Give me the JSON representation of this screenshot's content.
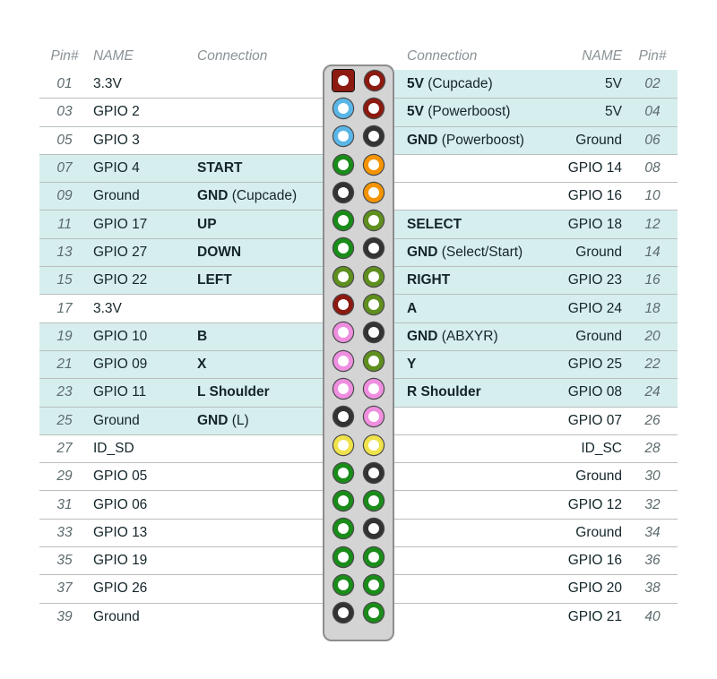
{
  "headers": {
    "left_pin": "Pin#",
    "left_name": "NAME",
    "left_connection": "Connection",
    "right_connection": "Connection",
    "right_name": "NAME",
    "right_pin": "Pin#"
  },
  "colors": {
    "highlight_row": "#d7eeee",
    "plain_row": "#ffffff",
    "rule": "#b9bfbf",
    "header_text": "#8a9296",
    "pin_text": "#5d6b6e",
    "body_text": "#14252a",
    "connector_body": "#d4d4d4",
    "connector_border": "#8d8d8d",
    "pin_red": "#8c1a10",
    "pin_blue": "#5bb6e8",
    "pin_black": "#333333",
    "pin_green": "#1a8c1a",
    "pin_orange": "#f59400",
    "pin_olive": "#5f8f1e",
    "pin_magenta": "#ef8fe0",
    "pin_yellow": "#efe24a",
    "pin_darkred": "#8c1a10"
  },
  "rows": [
    {
      "pin_left": "01",
      "name_left": "3.3V",
      "conn_left_bold": "",
      "conn_left_rest": "",
      "hl_left": false,
      "pin_color_left": "pin_red",
      "pin_shape_left": "square",
      "pin_color_right": "pin_darkred",
      "pin_shape_right": "circle",
      "hl_right": true,
      "conn_right_bold": "5V",
      "conn_right_rest": " (Cupcade)",
      "name_right": "5V",
      "pin_right": "02"
    },
    {
      "pin_left": "03",
      "name_left": "GPIO 2",
      "conn_left_bold": "",
      "conn_left_rest": "",
      "hl_left": false,
      "pin_color_left": "pin_blue",
      "pin_shape_left": "circle",
      "pin_color_right": "pin_darkred",
      "pin_shape_right": "circle",
      "hl_right": true,
      "conn_right_bold": "5V",
      "conn_right_rest": " (Powerboost)",
      "name_right": "5V",
      "pin_right": "04"
    },
    {
      "pin_left": "05",
      "name_left": "GPIO 3",
      "conn_left_bold": "",
      "conn_left_rest": "",
      "hl_left": false,
      "pin_color_left": "pin_blue",
      "pin_shape_left": "circle",
      "pin_color_right": "pin_black",
      "pin_shape_right": "circle",
      "hl_right": true,
      "conn_right_bold": "GND",
      "conn_right_rest": " (Powerboost)",
      "name_right": "Ground",
      "pin_right": "06"
    },
    {
      "pin_left": "07",
      "name_left": "GPIO 4",
      "conn_left_bold": "START",
      "conn_left_rest": "",
      "hl_left": true,
      "pin_color_left": "pin_green",
      "pin_shape_left": "circle",
      "pin_color_right": "pin_orange",
      "pin_shape_right": "circle",
      "hl_right": false,
      "conn_right_bold": "",
      "conn_right_rest": "",
      "name_right": "GPIO 14",
      "pin_right": "08"
    },
    {
      "pin_left": "09",
      "name_left": "Ground",
      "conn_left_bold": "GND",
      "conn_left_rest": " (Cupcade)",
      "hl_left": true,
      "pin_color_left": "pin_black",
      "pin_shape_left": "circle",
      "pin_color_right": "pin_orange",
      "pin_shape_right": "circle",
      "hl_right": false,
      "conn_right_bold": "",
      "conn_right_rest": "",
      "name_right": "GPIO 16",
      "pin_right": "10"
    },
    {
      "pin_left": "11",
      "name_left": "GPIO 17",
      "conn_left_bold": "UP",
      "conn_left_rest": "",
      "hl_left": true,
      "pin_color_left": "pin_green",
      "pin_shape_left": "circle",
      "pin_color_right": "pin_olive",
      "pin_shape_right": "circle",
      "hl_right": true,
      "conn_right_bold": "SELECT",
      "conn_right_rest": "",
      "name_right": "GPIO 18",
      "pin_right": "12"
    },
    {
      "pin_left": "13",
      "name_left": "GPIO 27",
      "conn_left_bold": "DOWN",
      "conn_left_rest": "",
      "hl_left": true,
      "pin_color_left": "pin_green",
      "pin_shape_left": "circle",
      "pin_color_right": "pin_black",
      "pin_shape_right": "circle",
      "hl_right": true,
      "conn_right_bold": "GND",
      "conn_right_rest": " (Select/Start)",
      "name_right": "Ground",
      "pin_right": "14"
    },
    {
      "pin_left": "15",
      "name_left": "GPIO 22",
      "conn_left_bold": "LEFT",
      "conn_left_rest": "",
      "hl_left": true,
      "pin_color_left": "pin_olive",
      "pin_shape_left": "circle",
      "pin_color_right": "pin_olive",
      "pin_shape_right": "circle",
      "hl_right": true,
      "conn_right_bold": "RIGHT",
      "conn_right_rest": "",
      "name_right": "GPIO 23",
      "pin_right": "16"
    },
    {
      "pin_left": "17",
      "name_left": "3.3V",
      "conn_left_bold": "",
      "conn_left_rest": "",
      "hl_left": false,
      "pin_color_left": "pin_darkred",
      "pin_shape_left": "circle",
      "pin_color_right": "pin_olive",
      "pin_shape_right": "circle",
      "hl_right": true,
      "conn_right_bold": "A",
      "conn_right_rest": "",
      "name_right": "GPIO 24",
      "pin_right": "18"
    },
    {
      "pin_left": "19",
      "name_left": "GPIO 10",
      "conn_left_bold": "B",
      "conn_left_rest": "",
      "hl_left": true,
      "pin_color_left": "pin_magenta",
      "pin_shape_left": "circle",
      "pin_color_right": "pin_black",
      "pin_shape_right": "circle",
      "hl_right": true,
      "conn_right_bold": "GND",
      "conn_right_rest": " (ABXYR)",
      "name_right": "Ground",
      "pin_right": "20"
    },
    {
      "pin_left": "21",
      "name_left": "GPIO 09",
      "conn_left_bold": "X",
      "conn_left_rest": "",
      "hl_left": true,
      "pin_color_left": "pin_magenta",
      "pin_shape_left": "circle",
      "pin_color_right": "pin_olive",
      "pin_shape_right": "circle",
      "hl_right": true,
      "conn_right_bold": "Y",
      "conn_right_rest": "",
      "name_right": "GPIO 25",
      "pin_right": "22"
    },
    {
      "pin_left": "23",
      "name_left": "GPIO 11",
      "conn_left_bold": "L Shoulder",
      "conn_left_rest": "",
      "hl_left": true,
      "pin_color_left": "pin_magenta",
      "pin_shape_left": "circle",
      "pin_color_right": "pin_magenta",
      "pin_shape_right": "circle",
      "hl_right": true,
      "conn_right_bold": "R Shoulder",
      "conn_right_rest": "",
      "name_right": "GPIO 08",
      "pin_right": "24"
    },
    {
      "pin_left": "25",
      "name_left": "Ground",
      "conn_left_bold": "GND",
      "conn_left_rest": " (L)",
      "hl_left": true,
      "pin_color_left": "pin_black",
      "pin_shape_left": "circle",
      "pin_color_right": "pin_magenta",
      "pin_shape_right": "circle",
      "hl_right": false,
      "conn_right_bold": "",
      "conn_right_rest": "",
      "name_right": "GPIO 07",
      "pin_right": "26"
    },
    {
      "pin_left": "27",
      "name_left": "ID_SD",
      "conn_left_bold": "",
      "conn_left_rest": "",
      "hl_left": false,
      "pin_color_left": "pin_yellow",
      "pin_shape_left": "circle",
      "pin_color_right": "pin_yellow",
      "pin_shape_right": "circle",
      "hl_right": false,
      "conn_right_bold": "",
      "conn_right_rest": "",
      "name_right": "ID_SC",
      "pin_right": "28"
    },
    {
      "pin_left": "29",
      "name_left": "GPIO 05",
      "conn_left_bold": "",
      "conn_left_rest": "",
      "hl_left": false,
      "pin_color_left": "pin_green",
      "pin_shape_left": "circle",
      "pin_color_right": "pin_black",
      "pin_shape_right": "circle",
      "hl_right": false,
      "conn_right_bold": "",
      "conn_right_rest": "",
      "name_right": "Ground",
      "pin_right": "30"
    },
    {
      "pin_left": "31",
      "name_left": "GPIO 06",
      "conn_left_bold": "",
      "conn_left_rest": "",
      "hl_left": false,
      "pin_color_left": "pin_green",
      "pin_shape_left": "circle",
      "pin_color_right": "pin_green",
      "pin_shape_right": "circle",
      "hl_right": false,
      "conn_right_bold": "",
      "conn_right_rest": "",
      "name_right": "GPIO 12",
      "pin_right": "32"
    },
    {
      "pin_left": "33",
      "name_left": "GPIO 13",
      "conn_left_bold": "",
      "conn_left_rest": "",
      "hl_left": false,
      "pin_color_left": "pin_green",
      "pin_shape_left": "circle",
      "pin_color_right": "pin_black",
      "pin_shape_right": "circle",
      "hl_right": false,
      "conn_right_bold": "",
      "conn_right_rest": "",
      "name_right": "Ground",
      "pin_right": "34"
    },
    {
      "pin_left": "35",
      "name_left": "GPIO 19",
      "conn_left_bold": "",
      "conn_left_rest": "",
      "hl_left": false,
      "pin_color_left": "pin_green",
      "pin_shape_left": "circle",
      "pin_color_right": "pin_green",
      "pin_shape_right": "circle",
      "hl_right": false,
      "conn_right_bold": "",
      "conn_right_rest": "",
      "name_right": "GPIO 16",
      "pin_right": "36"
    },
    {
      "pin_left": "37",
      "name_left": "GPIO 26",
      "conn_left_bold": "",
      "conn_left_rest": "",
      "hl_left": false,
      "pin_color_left": "pin_green",
      "pin_shape_left": "circle",
      "pin_color_right": "pin_green",
      "pin_shape_right": "circle",
      "hl_right": false,
      "conn_right_bold": "",
      "conn_right_rest": "",
      "name_right": "GPIO 20",
      "pin_right": "38"
    },
    {
      "pin_left": "39",
      "name_left": "Ground",
      "conn_left_bold": "",
      "conn_left_rest": "",
      "hl_left": false,
      "pin_color_left": "pin_black",
      "pin_shape_left": "circle",
      "pin_color_right": "pin_green",
      "pin_shape_right": "circle",
      "hl_right": false,
      "conn_right_bold": "",
      "conn_right_rest": "",
      "name_right": "GPIO 21",
      "pin_right": "40"
    }
  ]
}
